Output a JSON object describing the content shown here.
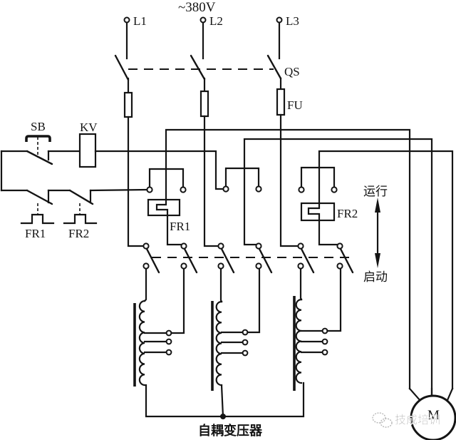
{
  "supply": {
    "voltage": "~380V",
    "phases": [
      "L1",
      "L2",
      "L3"
    ]
  },
  "power": {
    "switch_label": "QS",
    "fuse_label": "FU"
  },
  "control": {
    "button_label": "SB",
    "relay_label": "KV",
    "overload_contact_1": "FR1",
    "overload_contact_2": "FR2"
  },
  "overload": {
    "heater_1": "FR1",
    "heater_2": "FR2"
  },
  "changeover": {
    "run_label": "运行",
    "start_label": "启动"
  },
  "transformer": {
    "label": "自耦变压器"
  },
  "motor": {
    "label": "M"
  },
  "watermark": {
    "icon": "wechat-icon",
    "text": "技成培训"
  }
}
